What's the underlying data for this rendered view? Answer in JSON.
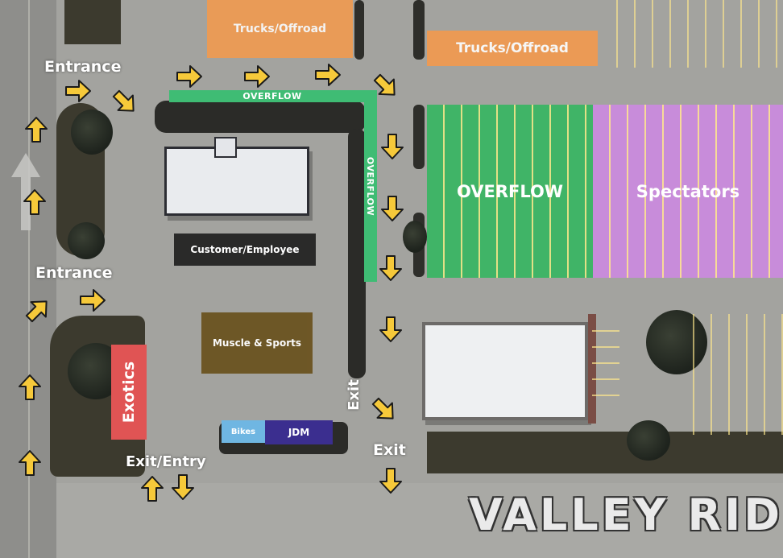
{
  "zones": {
    "trucks_top": "Trucks/Offroad",
    "trucks_right": "Trucks/Offroad",
    "overflow_strip_h": "OVERFLOW",
    "overflow_strip_v": "OVERFLOW",
    "overflow_big": "OVERFLOW",
    "spectators": "Spectators",
    "customer_employee": "Customer/Employee",
    "muscle_sports": "Muscle & Sports",
    "exotics": "Exotics",
    "bikes": "Bikes",
    "jdm": "JDM"
  },
  "labels": {
    "entrance_top": "Entrance",
    "entrance_mid": "Entrance",
    "exit_entry": "Exit/Entry",
    "exit_vertical": "Exit",
    "exit_bottom": "Exit"
  },
  "watermark": "VALLEY RID",
  "colors": {
    "trucks": "#f39a4e",
    "overflow": "#3cb873",
    "spectators": "#c58ad8",
    "customer": "#2b2b2b",
    "muscle": "#6b5320",
    "exotics": "#e05252",
    "bikes": "#6fb6e2",
    "jdm": "#3b2e8f",
    "arrow": "#f6c93a"
  }
}
